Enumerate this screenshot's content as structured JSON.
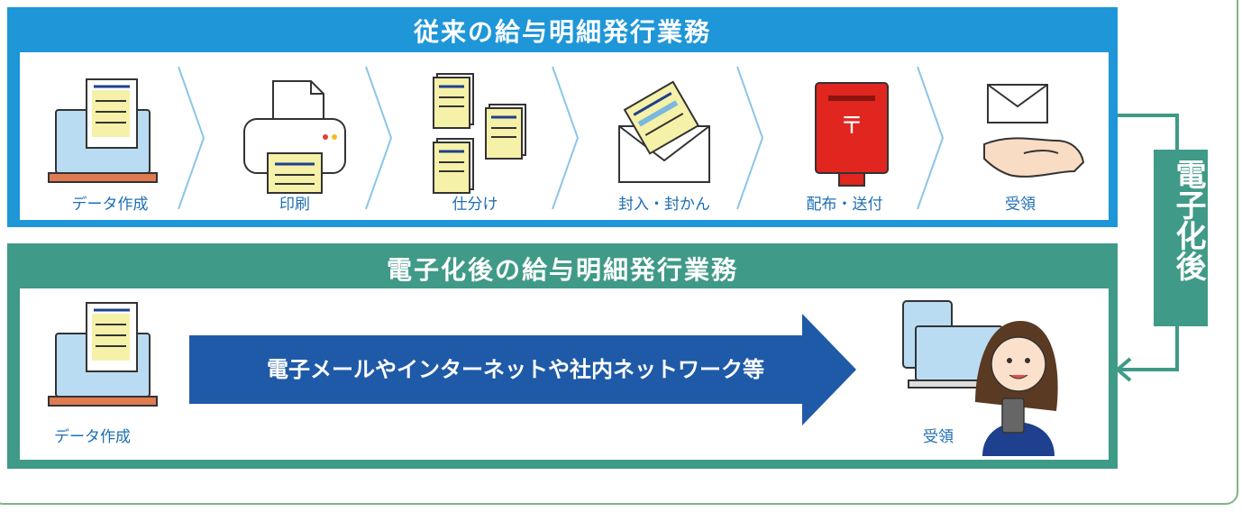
{
  "traditional": {
    "title": "従来の給与明細発行業務",
    "steps": [
      {
        "label": "データ作成",
        "icon": "computer-document-icon"
      },
      {
        "label": "印刷",
        "icon": "printer-icon"
      },
      {
        "label": "仕分け",
        "icon": "sorted-documents-icon"
      },
      {
        "label": "封入・封かん",
        "icon": "envelope-insert-icon"
      },
      {
        "label": "配布・送付",
        "icon": "post-box-icon"
      },
      {
        "label": "受領",
        "icon": "hand-receiving-mail-icon"
      }
    ]
  },
  "digital": {
    "title": "電子化後の給与明細発行業務",
    "start_label": "データ作成",
    "arrow_text": "電子メールやインターネットや社内ネットワーク等",
    "end_label": "受領"
  },
  "side": {
    "label": "電子化後"
  },
  "colors": {
    "blue_panel": "#1e96d8",
    "green_panel": "#3f9a87",
    "arrow": "#1f5aa8",
    "label_text": "#1e6fb4"
  }
}
